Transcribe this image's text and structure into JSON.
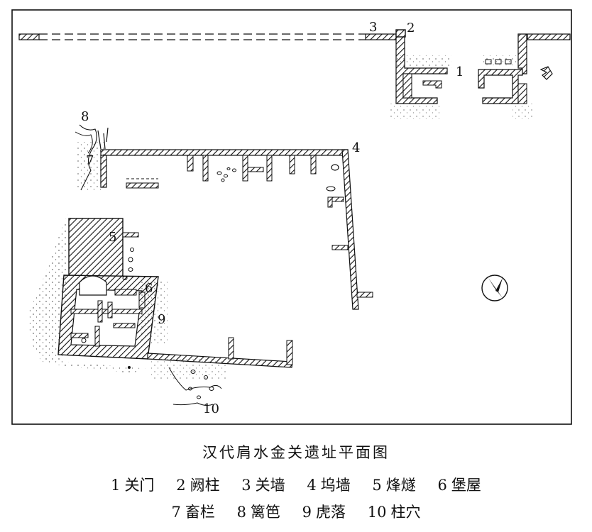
{
  "title": "汉代肩水金关遗址平面图",
  "plan_labels": [
    "1",
    "2",
    "3",
    "4",
    "5",
    "6",
    "7",
    "8",
    "9",
    "10"
  ],
  "legend": {
    "row1": [
      {
        "num": "1",
        "text": "关门"
      },
      {
        "num": "2",
        "text": "阙柱"
      },
      {
        "num": "3",
        "text": "关墙"
      },
      {
        "num": "4",
        "text": "坞墙"
      },
      {
        "num": "5",
        "text": "烽燧"
      },
      {
        "num": "6",
        "text": "堡屋"
      }
    ],
    "row2": [
      {
        "num": "7",
        "text": "畜栏"
      },
      {
        "num": "8",
        "text": "篱笆"
      },
      {
        "num": "9",
        "text": "虎落"
      },
      {
        "num": "10",
        "text": "柱穴"
      }
    ]
  },
  "colors": {
    "ink": "#111111",
    "paper": "#ffffff"
  }
}
